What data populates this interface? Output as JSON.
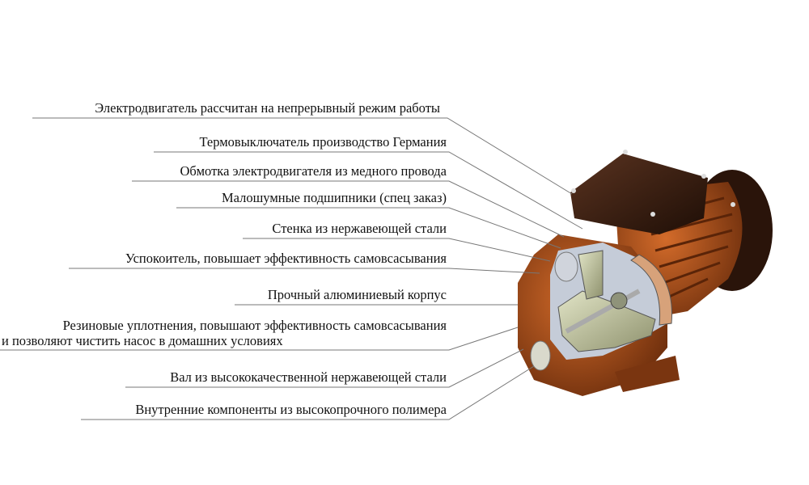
{
  "labels": [
    {
      "text": "Электродвигатель  рассчитан на непрерывный режим работы"
    },
    {
      "text": "Термовыключатель производство Германия"
    },
    {
      "text": "Обмотка электродвигателя из медного провода"
    },
    {
      "text": "Малошумные подшипники (спец заказ)"
    },
    {
      "text": "Стенка из нержавеющей стали"
    },
    {
      "text": "Успокоитель, повышает эффективность самовсасывания"
    },
    {
      "text": "Прочный алюминиевый корпус"
    },
    {
      "text": "Резиновые уплотнения, повышают эффективность самовсасывания",
      "text2": "и позволяют чистить насос в домашних условиях"
    },
    {
      "text": "Вал из высококачественной нержавеющей стали"
    },
    {
      "text": "Внутренние компоненты из высокопрочного полимера"
    }
  ],
  "colors": {
    "body": "#b5561c",
    "dark": "#3a1e10",
    "polymer": "#b9bc9a",
    "steel": "#c9d0dc",
    "line": "#777777"
  }
}
